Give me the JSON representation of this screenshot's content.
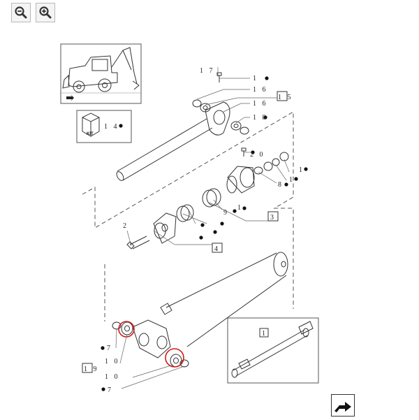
{
  "toolbar": {
    "zoom_out": "zoom-out-icon",
    "zoom_in": "zoom-in-icon"
  },
  "kit_box": {
    "kit_text": "KIT",
    "ref": "1 4"
  },
  "labels": {
    "l17": "1 7",
    "l1a": "1",
    "l16a": "1 6",
    "l15": "1 5",
    "l16b": "1 6",
    "l18": "1 8",
    "l20": "2 0",
    "l1b": "1",
    "l1c": "1",
    "l8": "8",
    "l9": "9",
    "l1d": "1",
    "l3": "3",
    "l2": "2",
    "l4": "4",
    "l7a": "7",
    "l10a": "1 0",
    "l19": "1 9",
    "l10b": "1 0",
    "l7b": "7",
    "l1inset": "1"
  },
  "colors": {
    "line": "#333333",
    "highlight": "#d11a1a"
  },
  "nav": {
    "icon": "next-page-icon"
  }
}
